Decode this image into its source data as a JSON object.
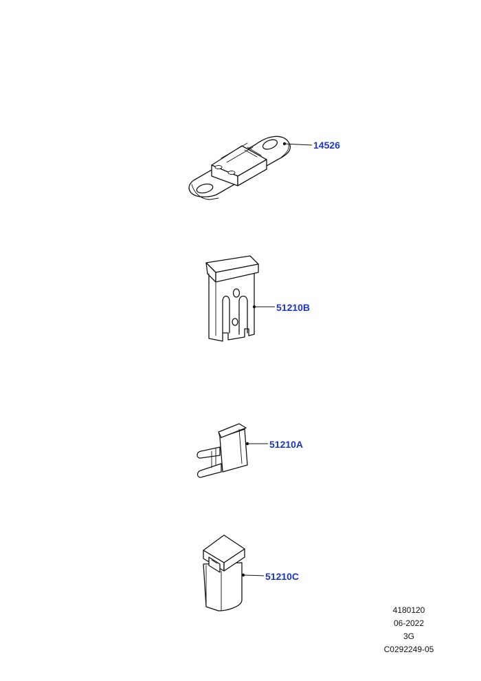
{
  "callouts": {
    "part_14526": "14526",
    "part_51210B": "51210B",
    "part_51210A": "51210A",
    "part_51210C": "51210C"
  },
  "footer": {
    "line1": "4180120",
    "line2": "06-2022",
    "line3": "3G",
    "line4": "C0292249-05"
  },
  "colors": {
    "callout_text": "#1a35c8",
    "line_art": "#111111",
    "background": "#ffffff"
  }
}
